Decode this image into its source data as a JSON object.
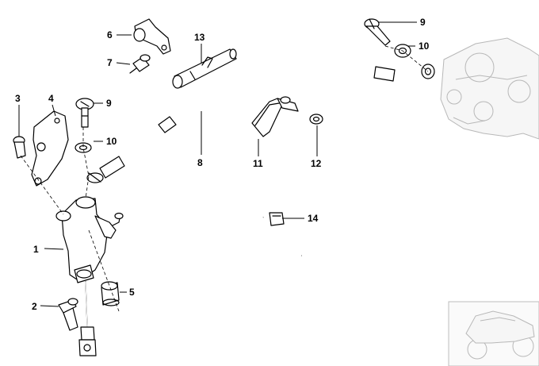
{
  "callouts": {
    "c1": "1",
    "c2": "2",
    "c3": "3",
    "c4": "4",
    "c5": "5",
    "c6": "6",
    "c7": "7",
    "c8": "8",
    "c9a": "9",
    "c9b": "9",
    "c10a": "10",
    "c10b": "10",
    "c11": "11",
    "c12": "12",
    "c13": "13",
    "c14": "14"
  }
}
